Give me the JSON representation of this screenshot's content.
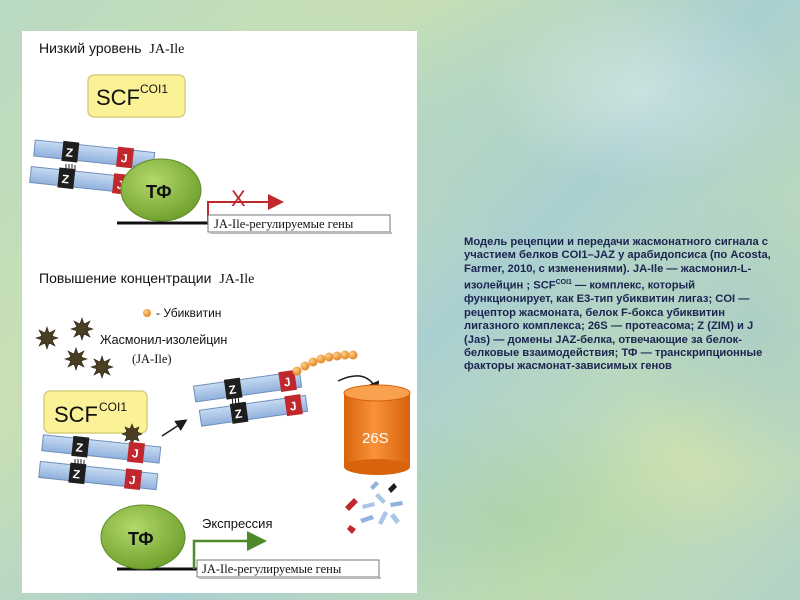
{
  "top_section": {
    "title_prefix": "Низкий уровень",
    "title_suffix": "JA-Ile",
    "scf_label": "SCF",
    "coi1_label": "COI1",
    "tf_label": "ТФ",
    "z_label": "Z",
    "j_label": "J",
    "blocked_mark": "X",
    "genes_label": "JA-Ile-регулируемые гены"
  },
  "bottom_section": {
    "title_prefix": "Повышение концентрации",
    "title_suffix": "JA-Ile",
    "ubiquitin_legend": "- Убиквитин",
    "jasmonoyl_label": "Жасмонил-изолейцин",
    "jasmonoyl_abbrev": "(JA-Ile)",
    "scf_label": "SCF",
    "coi1_label": "COI1",
    "z_label": "Z",
    "j_label": "J",
    "proteasome_label": "26S",
    "tf_label": "ТФ",
    "expression_label": "Экспрессия",
    "genes_label": "JA-Ile-регулируемые гены"
  },
  "caption": {
    "part1": "Модель рецепции и передачи жасмонатного сигнала с участием белков COI1–JAZ у арабидопсиса (по Acosta, Farmer, 2010, с изменениями).  JA-Ile — жасмонил-L-изолейцин ; SCF",
    "superscript": "COI1",
    "part2": " — комплекс, который функционирует, как E3-тип убиквитин лигаз; COI — рецептор жасмоната, белок F-бокса убиквитин лигазного комплекса; 26S — протеасома; Z (ZIM) и J (Jas) — домены JAZ-белка, отвечающие за белок-белковые взаимодействия; ТФ — транскрипционные факторы жасмонат-зависимых генов"
  },
  "colors": {
    "scf_box": "#fbf197",
    "domain_bar": "#a9c6e8",
    "z_domain": "#1e1e1e",
    "j_domain": "#c0282e",
    "tf_ellipse": "#86b83d",
    "arrow_red": "#c0282e",
    "arrow_green": "#4f8a2a",
    "proteasome": "#f07b18",
    "ubiquitin": "#f29a2e",
    "caption_text": "#1c2450"
  }
}
